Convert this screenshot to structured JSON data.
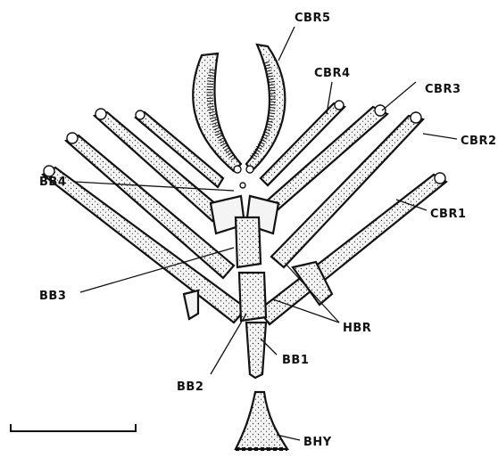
{
  "labels": {
    "cbr5": "CBR5",
    "cbr4": "CBR4",
    "cbr3": "CBR3",
    "cbr2": "CBR2",
    "cbr1": "CBR1",
    "bb4": "BB4",
    "bb3": "BB3",
    "hbr": "HBR",
    "bb1": "BB1",
    "bb2": "BB2",
    "bhy": "BHY"
  }
}
